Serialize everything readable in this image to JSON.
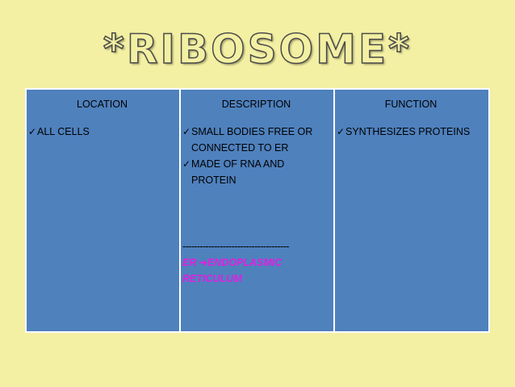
{
  "slide": {
    "title": "*RIBOSOME*"
  },
  "table": {
    "columns": [
      {
        "header": "LOCATION",
        "items": [
          "ALL CELLS"
        ]
      },
      {
        "header": "DESCRIPTION",
        "items": [
          "SMALL BODIES FREE OR CONNECTED TO ER",
          "MADE OF RNA AND PROTEIN"
        ],
        "divider": "-------------------------------------",
        "footnote": {
          "term": "ER",
          "definition": "ENDOPLASMIC RETICULUM",
          "color": "#e020e0"
        }
      },
      {
        "header": "FUNCTION",
        "items": [
          "SYNTHESIZES PROTEINS"
        ]
      }
    ]
  },
  "icons": {
    "bullet": "checkmark-icon",
    "footnote_arrow": "right-arrow-icon"
  },
  "colors": {
    "background": "#f3f0a3",
    "table_fill": "#4f81bd"
  }
}
